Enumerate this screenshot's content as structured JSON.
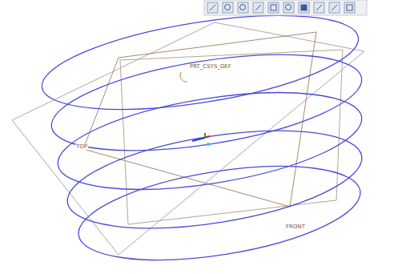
{
  "diagram": {
    "labels": [
      "PRT_CSYS_DEF",
      "TOP",
      "FRONT"
    ]
  }
}
